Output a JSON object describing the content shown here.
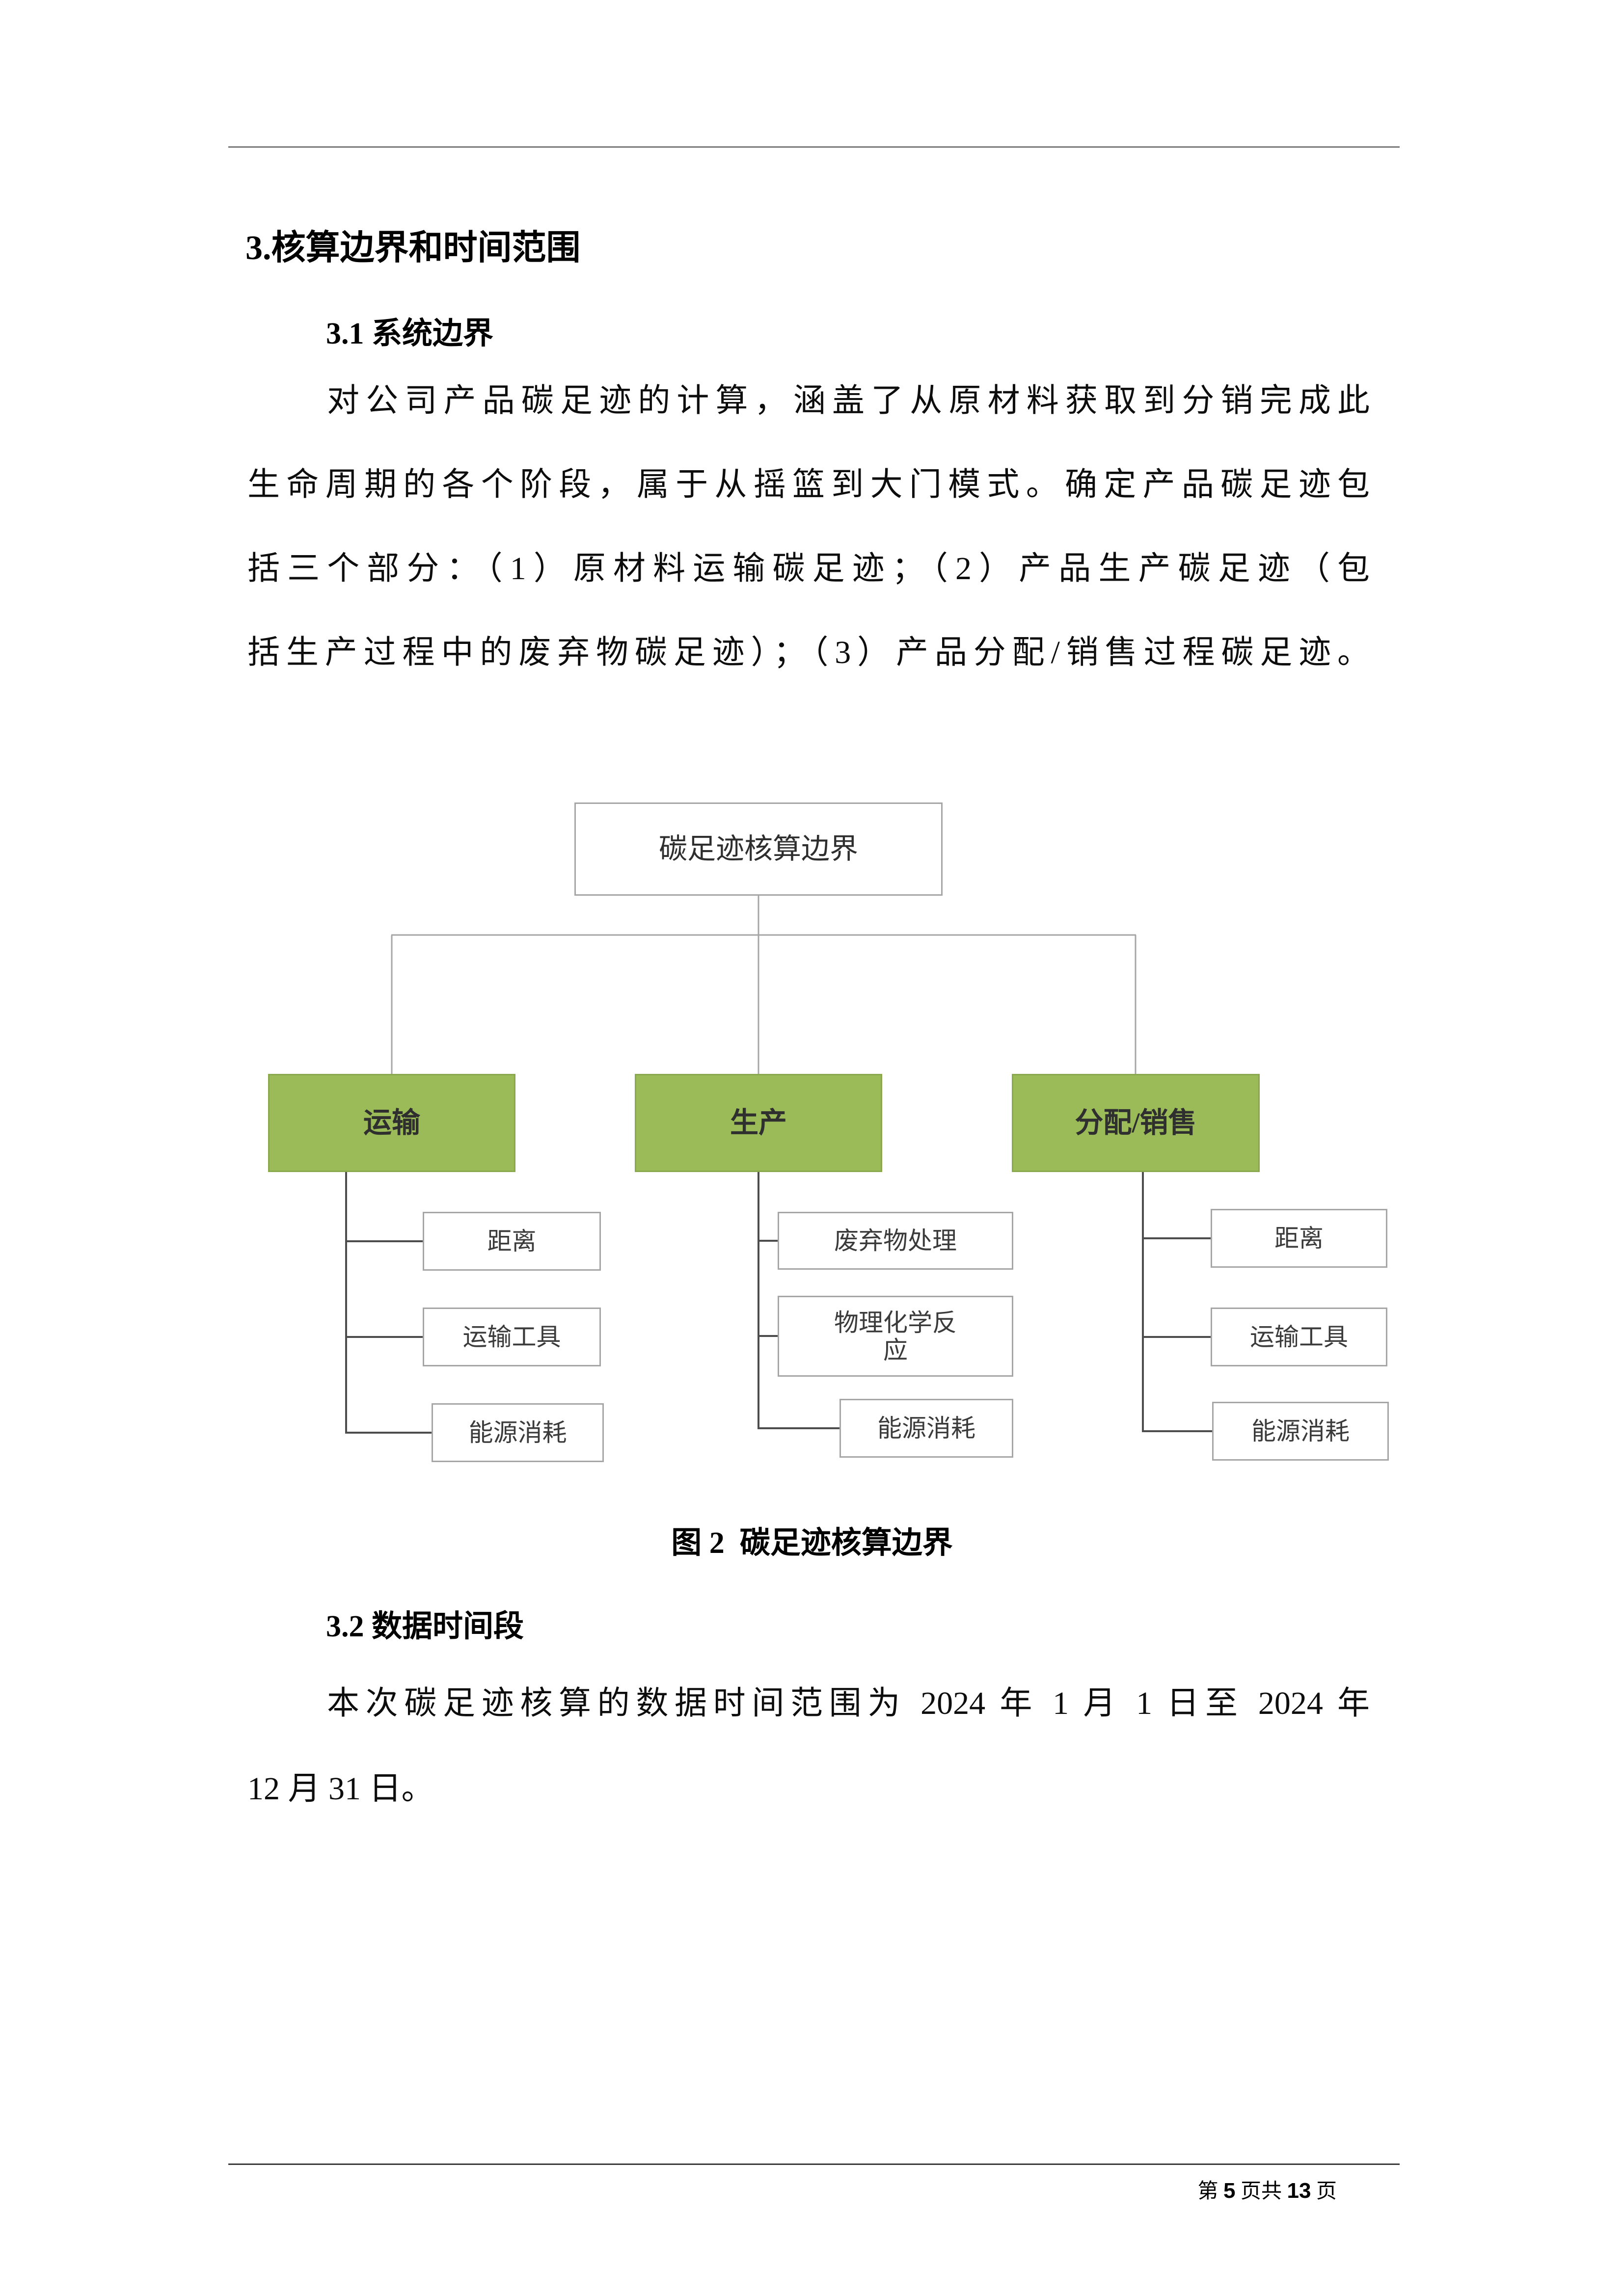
{
  "document": {
    "section_heading": "3.核算边界和时间范围",
    "sub1": {
      "heading": "3.1 系统边界",
      "paragraph_lines": [
        "对公司产品碳足迹的计算，涵盖了从原材料获取到分销完成此",
        "生命周期的各个阶段，属于从摇篮到大门模式。确定产品碳足迹包",
        "括三个部分：（1）原材料运输碳足迹；（2）产品生产碳足迹（包",
        "括生产过程中的废弃物碳足迹）；（3）产品分配/销售过程碳足迹。"
      ]
    },
    "figure": {
      "root_label": "碳足迹核算边界",
      "branches": [
        {
          "label": "运输",
          "children": [
            "距离",
            "运输工具",
            "能源消耗"
          ]
        },
        {
          "label": "生产",
          "children": [
            "废弃物处理",
            "物理化学反应",
            "能源消耗"
          ]
        },
        {
          "label": "分配/销售",
          "children": [
            "距离",
            "运输工具",
            "能源消耗"
          ]
        }
      ],
      "caption": "图 2  碳足迹核算边界"
    },
    "sub2": {
      "heading": "3.2 数据时间段",
      "paragraph_lines": [
        "本次碳足迹核算的数据时间范围为 2024 年 1 月 1 日至 2024 年",
        "12 月 31 日。"
      ]
    },
    "footer": {
      "prefix": "第 ",
      "page_number": "5",
      "middle": " 页共 ",
      "total_pages": "13",
      "suffix": " 页"
    },
    "colors": {
      "branch_fill": "#9bbb59",
      "box_border": "#a6a6a6",
      "connector_light": "#a6a6a6",
      "connector_dark": "#4d4d4d"
    }
  }
}
